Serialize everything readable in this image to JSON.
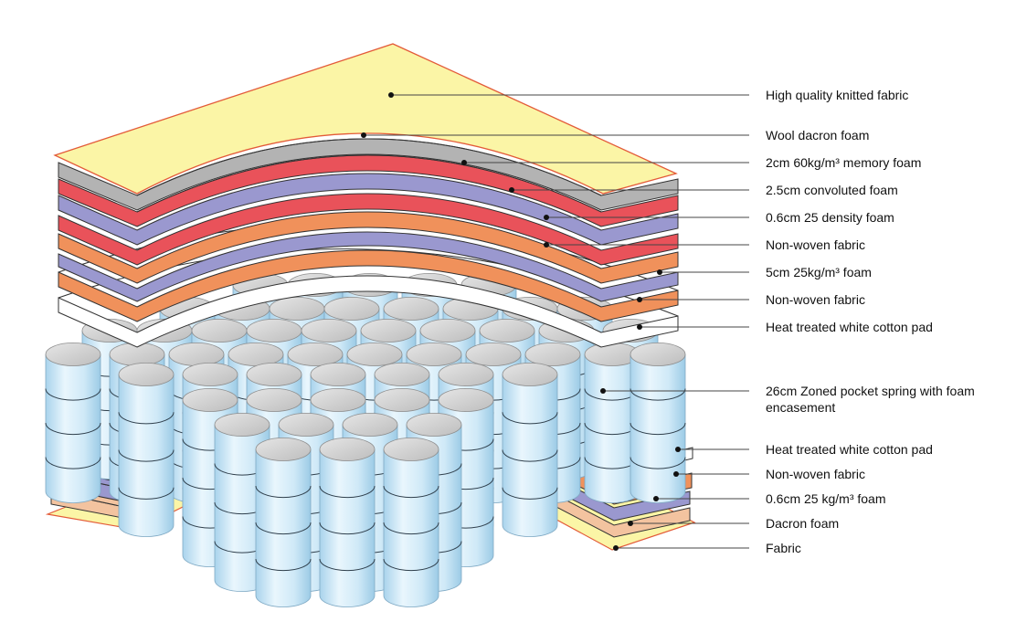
{
  "diagram": {
    "palette": {
      "fabric_yellow": "#fbf5a6",
      "fabric_edge": "#e35b39",
      "gray_wool": "#b3b3b3",
      "red_memory": "#e9525a",
      "purple_foam": "#9a98cf",
      "orange_nonwoven": "#f0915b",
      "white_pad": "#ffffff",
      "peach_dacron": "#f3c39f",
      "spring_blue": "#c5e4f4",
      "spring_top": "#cdcdcd",
      "leader_line": "#444444"
    },
    "labels": [
      {
        "id": "high-quality-knitted-fabric",
        "text": "High quality knitted fabric"
      },
      {
        "id": "wool-dacron-foam",
        "text": "Wool dacron foam"
      },
      {
        "id": "memory-foam",
        "text": "2cm 60kg/m³ memory foam"
      },
      {
        "id": "convoluted-foam",
        "text": "2.5cm convoluted foam"
      },
      {
        "id": "density-foam-top",
        "text": "0.6cm 25 density foam"
      },
      {
        "id": "non-woven-fabric-top-1",
        "text": "Non-woven fabric"
      },
      {
        "id": "5cm-foam",
        "text": "5cm 25kg/m³ foam"
      },
      {
        "id": "non-woven-fabric-top-2",
        "text": "Non-woven fabric"
      },
      {
        "id": "white-cotton-pad-top",
        "text": "Heat treated white cotton pad"
      },
      {
        "id": "pocket-spring-line1",
        "text": "26cm Zoned pocket spring with foam"
      },
      {
        "id": "pocket-spring-line2",
        "text": "encasement"
      },
      {
        "id": "white-cotton-pad-bottom",
        "text": "Heat treated white cotton pad"
      },
      {
        "id": "non-woven-fabric-bottom",
        "text": "Non-woven fabric"
      },
      {
        "id": "density-foam-bottom",
        "text": "0.6cm 25 kg/m³ foam"
      },
      {
        "id": "dacron-foam",
        "text": "Dacron foam"
      },
      {
        "id": "fabric-bottom",
        "text": "Fabric"
      }
    ]
  }
}
